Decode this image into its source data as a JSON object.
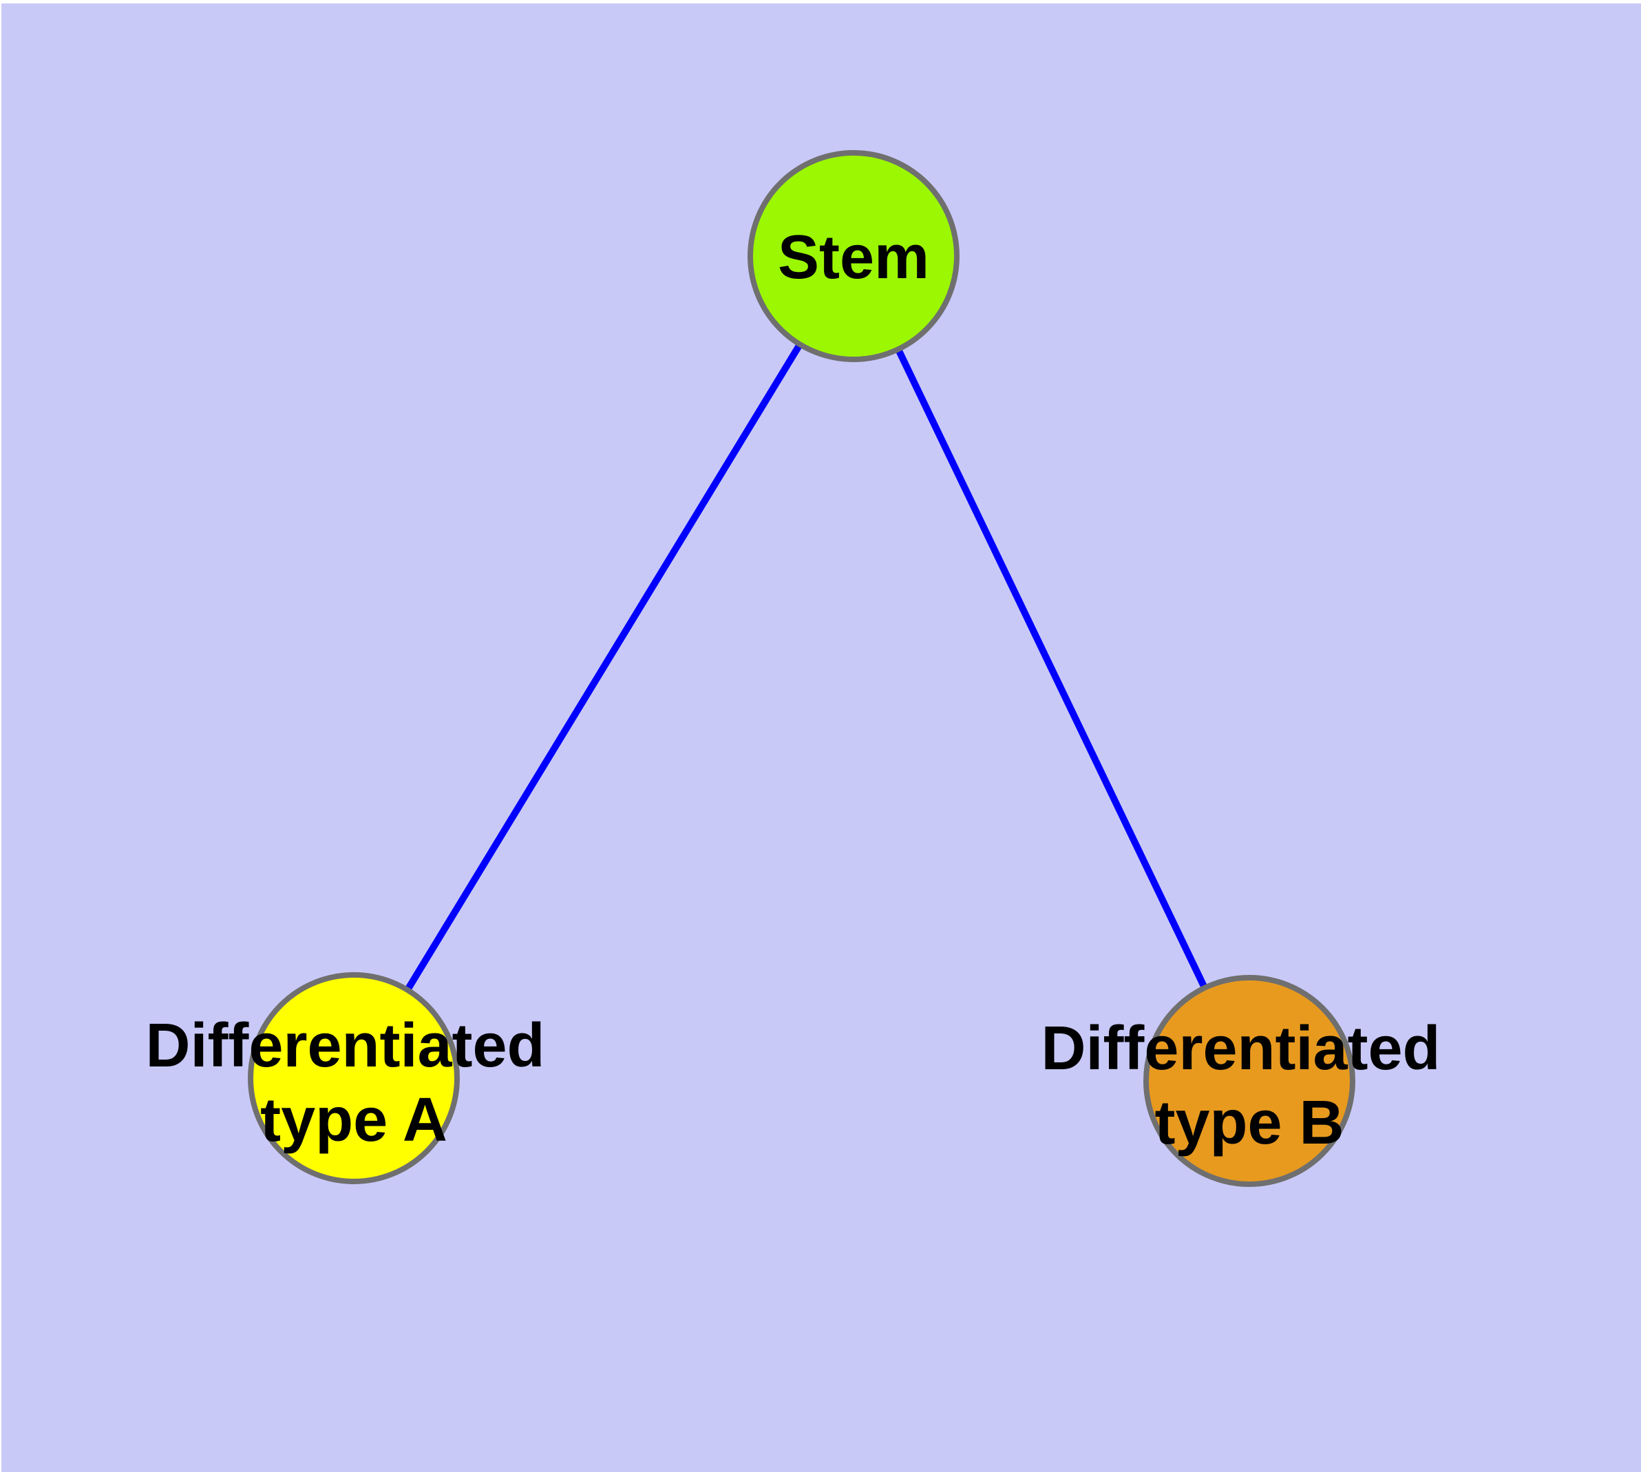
{
  "diagram": {
    "background_color": "#C9C9F8",
    "margin_color": "#FFFFFF",
    "edge_color": "#0000FF",
    "node_border_color": "#6F6F6F",
    "text_color": "#000000",
    "nodes": [
      {
        "id": "stem",
        "label": "Stem",
        "color": "#9BF702"
      },
      {
        "id": "type-a",
        "label_line1": "Differentiated",
        "label_line2": "type A",
        "color": "#FFFF00"
      },
      {
        "id": "type-b",
        "label_line1": "Differentiated",
        "label_line2": "type B",
        "color": "#E89A1E"
      }
    ],
    "edges": [
      {
        "from": "Stem",
        "to": "Differentiated type A"
      },
      {
        "from": "Stem",
        "to": "Differentiated type B"
      }
    ]
  }
}
